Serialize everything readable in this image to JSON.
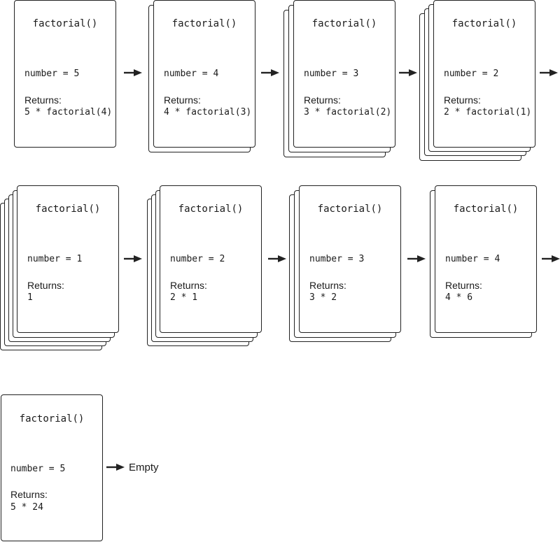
{
  "frames": [
    {
      "function": "factorial()",
      "variable": "number = 5",
      "returns_label": "Returns:",
      "returns_value": "5 * factorial(4)"
    },
    {
      "function": "factorial()",
      "variable": "number = 4",
      "returns_label": "Returns:",
      "returns_value": "4 * factorial(3)"
    },
    {
      "function": "factorial()",
      "variable": "number = 3",
      "returns_label": "Returns:",
      "returns_value": "3 * factorial(2)"
    },
    {
      "function": "factorial()",
      "variable": "number = 2",
      "returns_label": "Returns:",
      "returns_value": "2 * factorial(1)"
    },
    {
      "function": "factorial()",
      "variable": "number = 1",
      "returns_label": "Returns:",
      "returns_value": "1"
    },
    {
      "function": "factorial()",
      "variable": "number = 2",
      "returns_label": "Returns:",
      "returns_value": "2 * 1"
    },
    {
      "function": "factorial()",
      "variable": "number = 3",
      "returns_label": "Returns:",
      "returns_value": "3 * 2"
    },
    {
      "function": "factorial()",
      "variable": "number = 4",
      "returns_label": "Returns:",
      "returns_value": "4 * 6"
    },
    {
      "function": "factorial()",
      "variable": "number = 5",
      "returns_label": "Returns:",
      "returns_value": "5 * 24"
    }
  ],
  "stack_depths": [
    1,
    2,
    3,
    4,
    5,
    4,
    3,
    2,
    1
  ],
  "final_label": "Empty",
  "colors": {
    "stroke": "#222222",
    "background": "#ffffff"
  }
}
